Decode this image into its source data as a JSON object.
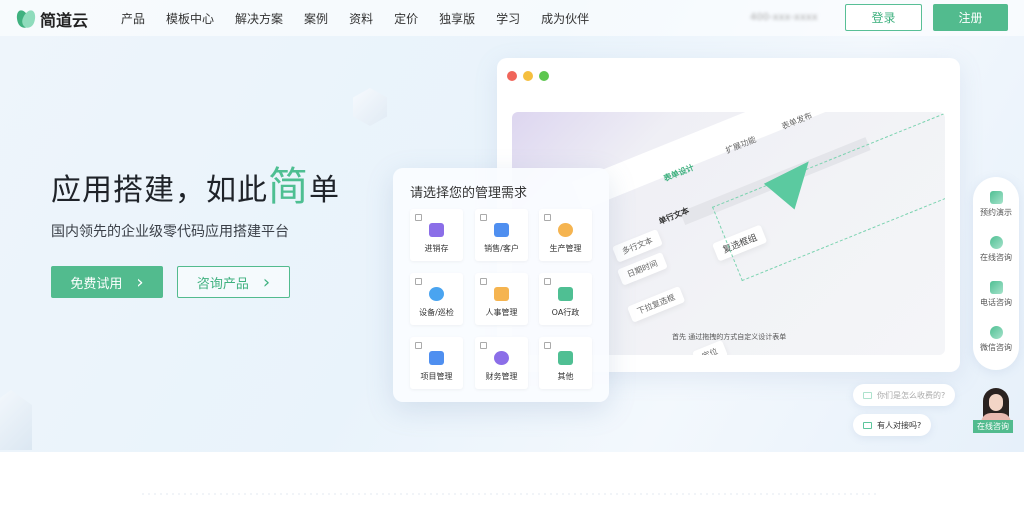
{
  "nav": {
    "logo_text": "简道云",
    "menu": [
      "产品",
      "模板中心",
      "解决方案",
      "案例",
      "资料",
      "定价",
      "独享版",
      "学习",
      "成为伙伴"
    ],
    "phone": "400-xxx-xxxx",
    "login": "登录",
    "register": "注册"
  },
  "hero": {
    "title_prefix": "应用搭建，如此",
    "title_highlight": "简",
    "title_suffix": "单",
    "subtitle": "国内领先的企业级零代码应用搭建平台",
    "primary_cta": "免费试用",
    "secondary_cta": "咨询产品",
    "chevron": "›"
  },
  "mockup": {
    "traffic_colors": [
      "#f0655a",
      "#f5bf3f",
      "#5dc64f"
    ],
    "tabs": [
      "表单设计",
      "扩展功能",
      "表单发布"
    ],
    "fields": [
      "单行文本",
      "复选框组",
      "多行文本",
      "日期时间",
      "下拉复选框",
      "定位"
    ],
    "hint": "首先  通过拖拽的方式自定义设计表单"
  },
  "panel": {
    "title": "请选择您的管理需求",
    "options": [
      {
        "label": "进销存",
        "color": "#8b6ee8"
      },
      {
        "label": "销售/客户",
        "color": "#4f8ff0"
      },
      {
        "label": "生产管理",
        "color": "#f5b450"
      },
      {
        "label": "设备/巡检",
        "color": "#4aa4f0"
      },
      {
        "label": "人事管理",
        "color": "#f5b450"
      },
      {
        "label": "OA行政",
        "color": "#4fbf93"
      },
      {
        "label": "项目管理",
        "color": "#4f8ff0"
      },
      {
        "label": "财务管理",
        "color": "#8b6ee8"
      },
      {
        "label": "其他",
        "color": "#4fbf93"
      }
    ]
  },
  "side": {
    "items": [
      "预约演示",
      "在线咨询",
      "电话咨询",
      "微信咨询"
    ]
  },
  "chat": {
    "q1": "你们是怎么收费的?",
    "q2": "有人对接吗?",
    "avatar_label": "在线咨询"
  },
  "colors": {
    "brand": "#52bb8e"
  }
}
